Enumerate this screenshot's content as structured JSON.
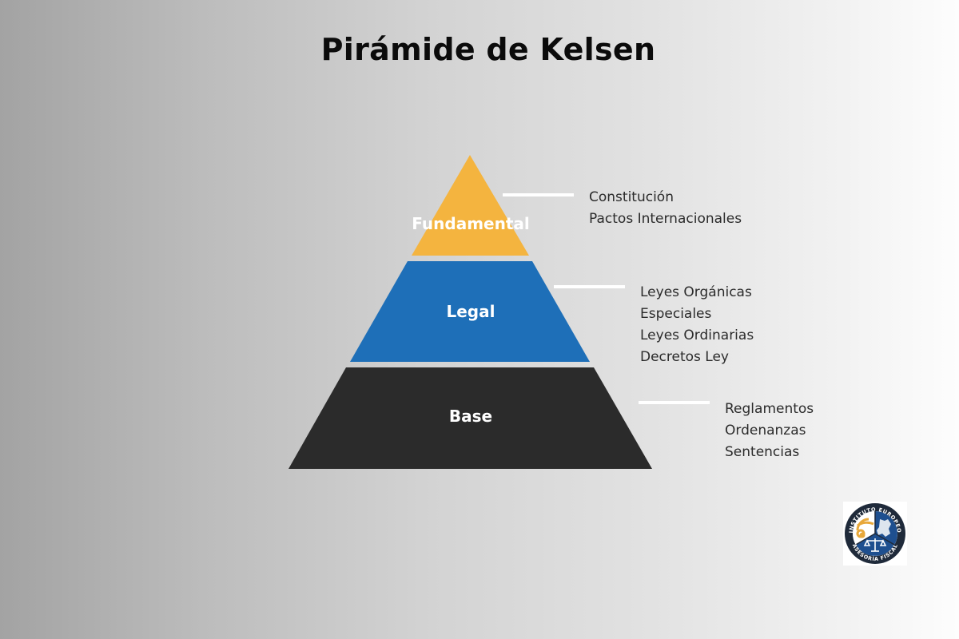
{
  "title": "Pirámide de Kelsen",
  "colors": {
    "fundamental": "#f4b43f",
    "legal": "#1e6fb8",
    "base": "#2b2b2b",
    "connector": "#ffffff"
  },
  "tiers": [
    {
      "name": "Fundamental",
      "items": [
        "Constitución",
        "Pactos Internacionales"
      ]
    },
    {
      "name": "Legal",
      "items": [
        "Leyes Orgánicas",
        "Especiales",
        "Leyes Ordinarias",
        "Decretos Ley"
      ]
    },
    {
      "name": "Base",
      "items": [
        "Reglamentos",
        "Ordenanzas",
        "Sentencias"
      ]
    }
  ],
  "logo": {
    "top_text": "INSTITUTO EUROPEO",
    "bottom_text": "ASESORÍA FISCAL",
    "icon": "scales-of-justice-icon"
  }
}
